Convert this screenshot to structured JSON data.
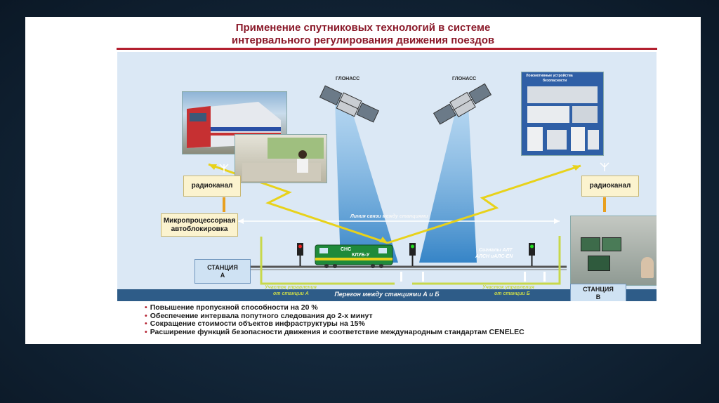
{
  "title": {
    "line1": "Применение спутниковых технологий в системе",
    "line2": "интервального регулирования движения поездов"
  },
  "satellites": {
    "left_label": "ГЛОНАСС",
    "right_label": "ГЛОНАСС"
  },
  "boxes": {
    "radio_left": "радиоканал",
    "radio_right": "радиоканал",
    "micro_line1": "Микропроцессорная",
    "micro_line2": "автоблокировка"
  },
  "stations": {
    "a_line1": "СТАНЦИЯ",
    "a_line2": "А",
    "b_line1": "СТАНЦИЯ",
    "b_line2": "В"
  },
  "train": {
    "label1": "СНС",
    "label2": "КЛУБ-У"
  },
  "diagram_labels": {
    "comm_line": "Линия связи между станциями",
    "signals_line1": "Сигналы АЛТ",
    "signals_line2": "АЛСН иАЛС-EN",
    "control_left_line1": "Участок управления",
    "control_left_line2": "от станции А",
    "control_right_line1": "Участок управления",
    "control_right_line2": "от станции Б",
    "span_label": "Перегон между станциями А и Б",
    "panel_caption_line1": "Локомотивные устройства",
    "panel_caption_line2": "безопасности"
  },
  "bullets": [
    "Повышение пропускной способности на 20 %",
    "Обеспечение интервала попутного следования до 2-х минут",
    "Сокращение стоимости объектов инфраструктуры на 15%",
    "Расширение функций безопасности движения и соответствие международным стандартам CENELEC"
  ],
  "colors": {
    "title": "#8b1a2a",
    "accent_rule": "#b3202f",
    "diagram_bg": "#dbe8f5",
    "box_fill": "#fbf3cf",
    "beam": "#3a8fd0",
    "arrow_yellow": "#e8d21a",
    "control_green": "#c8d84a"
  }
}
